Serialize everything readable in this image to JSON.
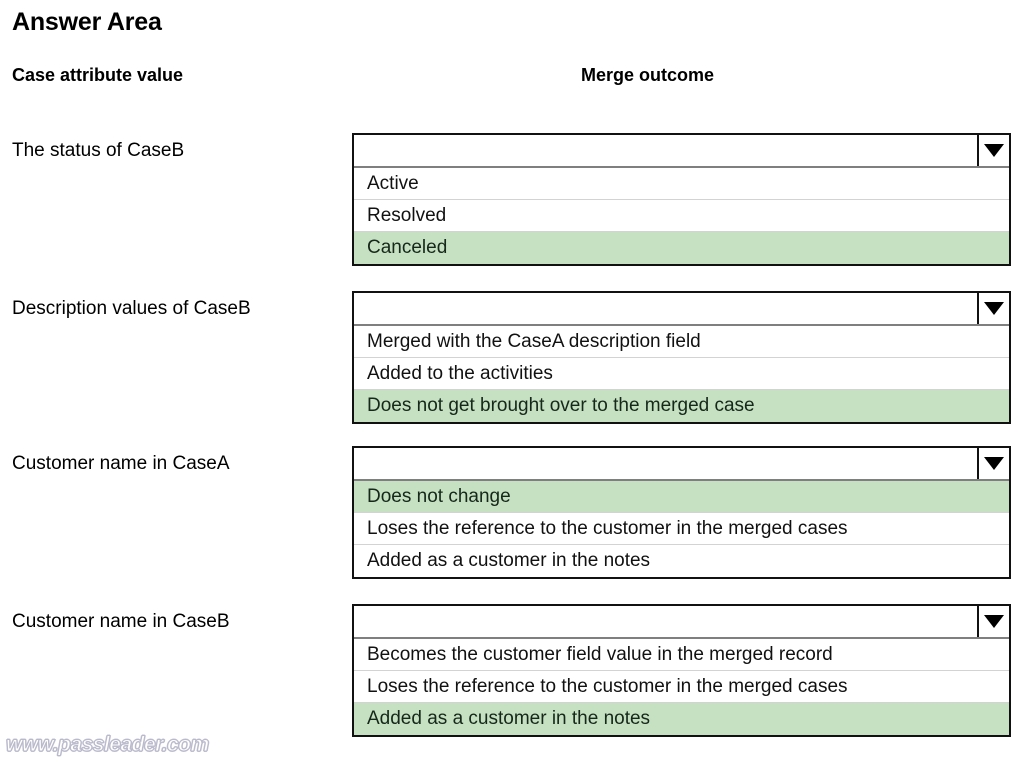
{
  "page": {
    "title": "Answer Area",
    "watermark": "www.passleader.com"
  },
  "headers": {
    "left": "Case attribute value",
    "right": "Merge outcome"
  },
  "colors": {
    "selected_highlight": "#c6e0c2",
    "selected_text": "#16281a",
    "border": "#111111",
    "separator": "#d3d3d3",
    "background": "#ffffff"
  },
  "rows": [
    {
      "label": "The status of CaseB",
      "dropdown": {
        "icon": "chevron-down-icon",
        "selected_value": "",
        "options": [
          {
            "label": "Active",
            "selected": false
          },
          {
            "label": "Resolved",
            "selected": false
          },
          {
            "label": "Canceled",
            "selected": true
          }
        ]
      }
    },
    {
      "label": "Description values of CaseB",
      "dropdown": {
        "icon": "chevron-down-icon",
        "selected_value": "",
        "options": [
          {
            "label": "Merged with the CaseA description field",
            "selected": false
          },
          {
            "label": "Added to the activities",
            "selected": false
          },
          {
            "label": "Does not get brought over to the merged case",
            "selected": true
          }
        ]
      }
    },
    {
      "label": "Customer name in CaseA",
      "dropdown": {
        "icon": "chevron-down-icon",
        "selected_value": "",
        "options": [
          {
            "label": "Does not change",
            "selected": true
          },
          {
            "label": "Loses the reference to the customer in the merged cases",
            "selected": false
          },
          {
            "label": "Added as a customer in the notes",
            "selected": false
          }
        ]
      }
    },
    {
      "label": "Customer name in CaseB",
      "dropdown": {
        "icon": "chevron-down-icon",
        "selected_value": "",
        "options": [
          {
            "label": "Becomes the customer field value in the merged record",
            "selected": false
          },
          {
            "label": "Loses the reference to the customer in the merged cases",
            "selected": false
          },
          {
            "label": "Added as a customer in the notes",
            "selected": true
          }
        ]
      }
    }
  ]
}
